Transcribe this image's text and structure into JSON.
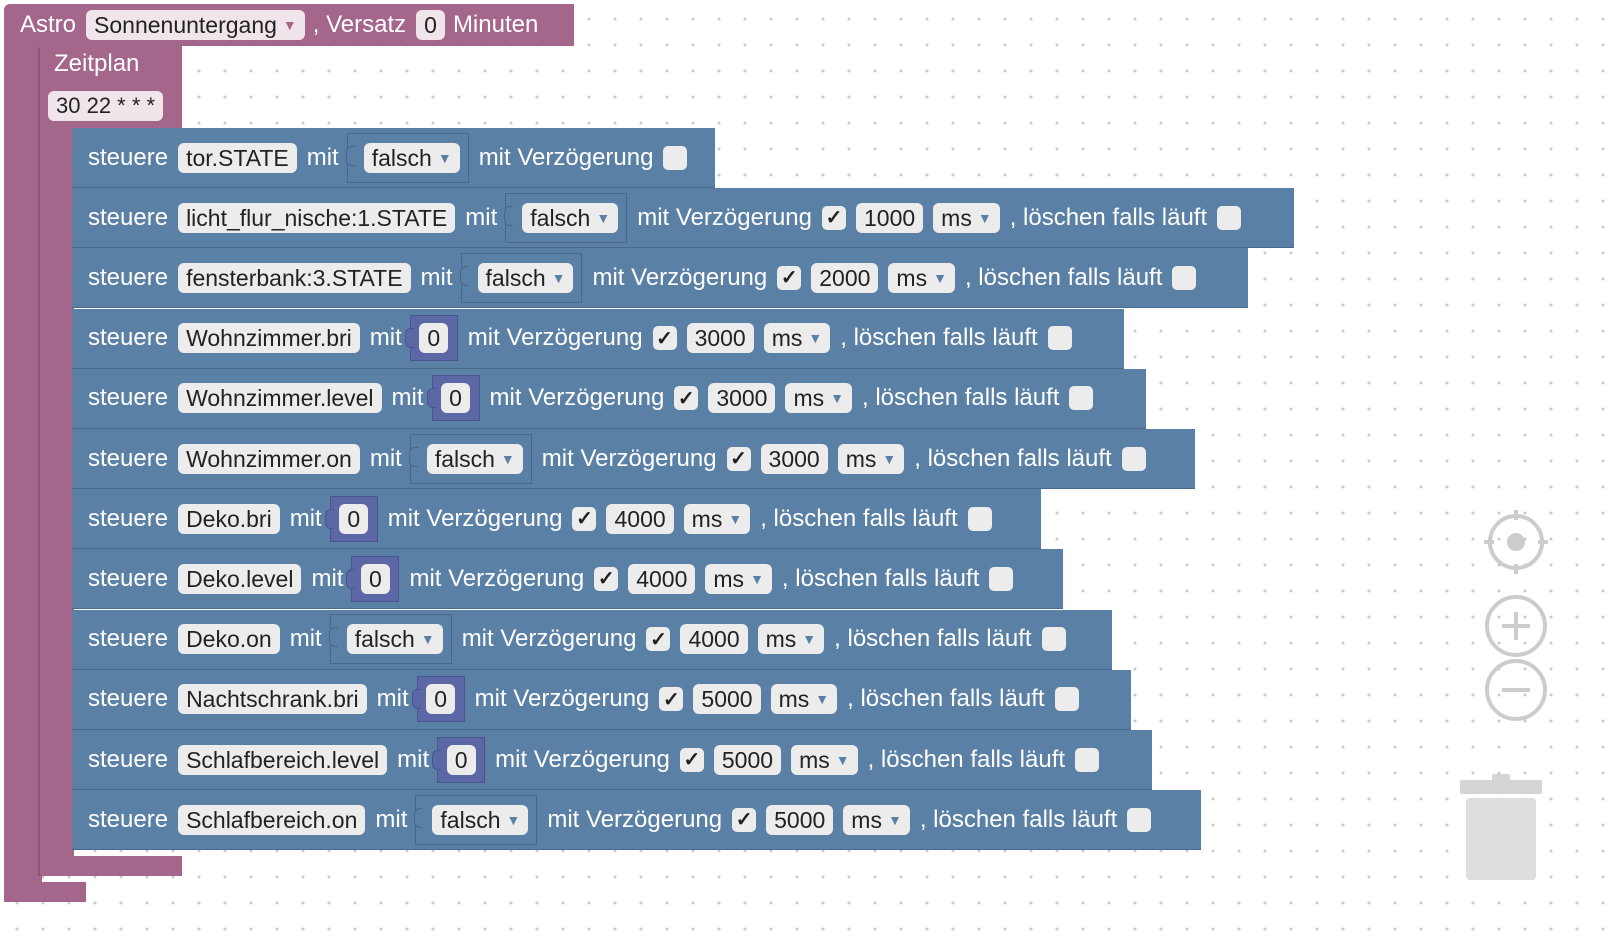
{
  "astro": {
    "title": "Astro",
    "event": "Sonnenuntergang",
    "offset_prefix": ", Versatz",
    "offset_value": "0",
    "offset_unit": "Minuten"
  },
  "zeitplan": {
    "title": "Zeitplan",
    "cron": "30 22 * * *"
  },
  "labels": {
    "steuere": "steuere",
    "mit": "mit",
    "mit_verzoegerung": "mit Verzögerung",
    "loeschen": ", löschen falls läuft",
    "checkmark": "✓"
  },
  "blocks": [
    {
      "target": "tor.STATE",
      "value_type": "bool",
      "value": "falsch",
      "delay_checked": false,
      "delay": "",
      "unit": ""
    },
    {
      "target": "licht_flur_nische:1.STATE",
      "value_type": "bool",
      "value": "falsch",
      "delay_checked": true,
      "delay": "1000",
      "unit": "ms"
    },
    {
      "target": "fensterbank:3.STATE",
      "value_type": "bool",
      "value": "falsch",
      "delay_checked": true,
      "delay": "2000",
      "unit": "ms"
    },
    {
      "target": "Wohnzimmer.bri",
      "value_type": "num",
      "value": "0",
      "delay_checked": true,
      "delay": "3000",
      "unit": "ms"
    },
    {
      "target": "Wohnzimmer.level",
      "value_type": "num",
      "value": "0",
      "delay_checked": true,
      "delay": "3000",
      "unit": "ms"
    },
    {
      "target": "Wohnzimmer.on",
      "value_type": "bool",
      "value": "falsch",
      "delay_checked": true,
      "delay": "3000",
      "unit": "ms"
    },
    {
      "target": "Deko.bri",
      "value_type": "num",
      "value": "0",
      "delay_checked": true,
      "delay": "4000",
      "unit": "ms"
    },
    {
      "target": "Deko.level",
      "value_type": "num",
      "value": "0",
      "delay_checked": true,
      "delay": "4000",
      "unit": "ms"
    },
    {
      "target": "Deko.on",
      "value_type": "bool",
      "value": "falsch",
      "delay_checked": true,
      "delay": "4000",
      "unit": "ms"
    },
    {
      "target": "Nachtschrank.bri",
      "value_type": "num",
      "value": "0",
      "delay_checked": true,
      "delay": "5000",
      "unit": "ms"
    },
    {
      "target": "Schlafbereich.level",
      "value_type": "num",
      "value": "0",
      "delay_checked": true,
      "delay": "5000",
      "unit": "ms"
    },
    {
      "target": "Schlafbereich.on",
      "value_type": "bool",
      "value": "falsch",
      "delay_checked": true,
      "delay": "5000",
      "unit": "ms"
    }
  ],
  "colors": {
    "astro": "#a5668c",
    "action_block": "#5b80a5",
    "number_block": "#5b68a5",
    "workspace_dots": "#c9c9c9",
    "controls": "#cccccc"
  },
  "icons": [
    "recenter-icon",
    "zoom-in-icon",
    "zoom-out-icon",
    "trash-icon",
    "dropdown-arrow-icon"
  ]
}
